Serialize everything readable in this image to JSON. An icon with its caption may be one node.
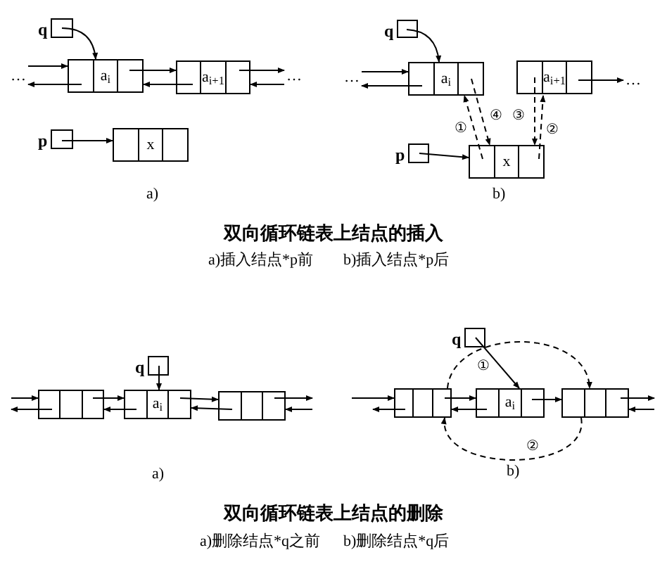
{
  "diagram": {
    "nodes": [
      {
        "text": [],
        "shape": "box",
        "beside": [
          "q"
        ]
      },
      {
        "text": [
          "a$_{i}$"
        ]
      },
      {
        "text": [
          "a$_{i+1}$"
        ]
      },
      {
        "text": [],
        "shape": "box",
        "beside": [
          "p"
        ]
      },
      {
        "text": [
          "x"
        ]
      },
      {
        "text": [],
        "shape": "box",
        "beside": [
          "q"
        ]
      },
      {
        "text": [
          "a$_{i}$"
        ]
      },
      {
        "text": [
          "a$_{i+1}$"
        ]
      },
      {
        "text": [],
        "shape": "box",
        "beside": [
          "p"
        ]
      },
      {
        "text": [
          "x"
        ]
      },
      {
        "text": [],
        "shape": "box",
        "beside": [
          "q"
        ]
      },
      {
        "text": [],
        "shape": "box"
      },
      {
        "text": [
          "a$_{i}$"
        ]
      },
      {
        "text": [],
        "shape": "box"
      },
      {
        "text": [],
        "shape": "box",
        "beside": [
          "q"
        ]
      },
      {
        "text": [],
        "shape": "box"
      },
      {
        "text": [
          "a$_{i}$"
        ]
      },
      {
        "text": [],
        "shape": "box"
      },
      {
        "text": [
          "…"
        ]
      },
      {
        "text": [
          "…"
        ]
      },
      {
        "text": [
          "…"
        ]
      },
      {
        "text": [
          "…"
        ]
      }
    ],
    "edges": [
      {
        "from": 0,
        "to": 1,
        "arrow": "to"
      },
      {
        "from": 18,
        "to": 1,
        "arrow": "to"
      },
      {
        "from": 1,
        "to": 18,
        "arrow": "to"
      },
      {
        "from": 1,
        "to": 2,
        "arrow": "to"
      },
      {
        "from": 2,
        "to": 1,
        "arrow": "to"
      },
      {
        "from": 2,
        "to": 19,
        "arrow": "to"
      },
      {
        "from": 19,
        "to": 2,
        "arrow": "to"
      },
      {
        "from": 3,
        "to": 4,
        "arrow": "to"
      },
      {
        "from": 5,
        "to": 6,
        "arrow": "to"
      },
      {
        "from": 20,
        "to": 6,
        "arrow": "to"
      },
      {
        "from": 6,
        "to": 20,
        "arrow": "to"
      },
      {
        "from": 7,
        "to": 21,
        "arrow": "to"
      },
      {
        "from": 8,
        "to": 9,
        "arrow": "to"
      },
      {
        "from": 9,
        "to": 6,
        "arrow": "to",
        "style": "dashed",
        "label": "①"
      },
      {
        "from": 6,
        "to": 9,
        "arrow": "to",
        "style": "dashed",
        "label": "④"
      },
      {
        "from": 7,
        "to": 9,
        "arrow": "to",
        "style": "dashed",
        "label": "③"
      },
      {
        "from": 9,
        "to": 7,
        "arrow": "to",
        "style": "dashed",
        "label": "②"
      },
      {
        "from": 10,
        "to": 12,
        "arrow": "to"
      },
      {
        "from": null,
        "to": 11,
        "arrow": "to"
      },
      {
        "from": 11,
        "to": null,
        "arrow": "to"
      },
      {
        "from": 11,
        "to": 12,
        "arrow": "to"
      },
      {
        "from": 12,
        "to": 11,
        "arrow": "to"
      },
      {
        "from": 12,
        "to": 13,
        "arrow": "to"
      },
      {
        "from": 13,
        "to": 12,
        "arrow": "to"
      },
      {
        "from": 13,
        "to": null,
        "arrow": "to"
      },
      {
        "from": null,
        "to": 13,
        "arrow": "to"
      },
      {
        "from": 14,
        "to": 16,
        "arrow": "to"
      },
      {
        "from": null,
        "to": 15,
        "arrow": "to"
      },
      {
        "from": 15,
        "to": null,
        "arrow": "to"
      },
      {
        "from": 15,
        "to": 16,
        "arrow": "to"
      },
      {
        "from": 16,
        "to": 15,
        "arrow": "to"
      },
      {
        "from": 16,
        "to": 17,
        "arrow": "to"
      },
      {
        "from": 17,
        "to": null,
        "arrow": "to"
      },
      {
        "from": null,
        "to": 17,
        "arrow": "to"
      },
      {
        "from": 15,
        "to": 17,
        "arrow": "to",
        "style": "dashed",
        "label": "①"
      },
      {
        "from": 17,
        "to": 15,
        "arrow": "to",
        "style": "dashed",
        "label": "②"
      }
    ],
    "labels": [
      "a)",
      "b)",
      "双向循环链表上结点的插入",
      "a)插入结点*p前",
      "b)插入结点*p后",
      "a)",
      "b)",
      "双向循环链表上结点的删除",
      "a)删除结点*q之前",
      "b)删除结点*q后"
    ]
  }
}
